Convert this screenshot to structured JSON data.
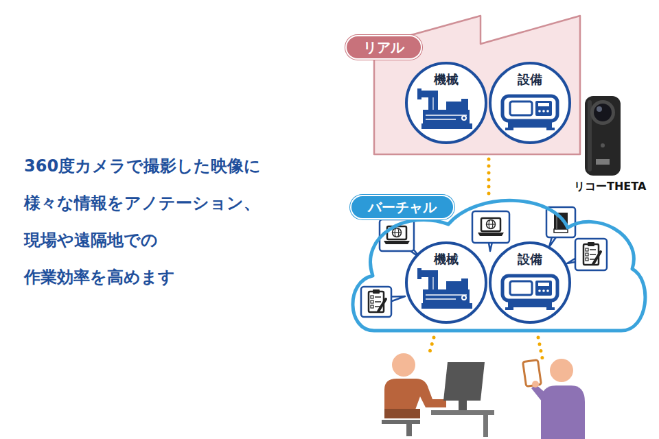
{
  "diagram": {
    "nodes": [
      {
        "text": [
          "リアル"
        ]
      },
      {
        "text": [
          "機械"
        ],
        "in": 0
      },
      {
        "text": [
          "設備"
        ],
        "in": 0
      },
      {
        "text": [
          "バーチャル"
        ]
      },
      {
        "text": [
          "機械"
        ],
        "in": 3
      },
      {
        "text": [
          "設備"
        ],
        "in": 3
      }
    ],
    "edges": [
      {
        "from": 0,
        "to": 3,
        "arrow": "none"
      }
    ],
    "labels": [
      "360度カメラで撮影した映像に 様々な情報をアノテーション、 現場や遠隔地での 作業効率を高めます",
      "リコーTHETA"
    ]
  }
}
